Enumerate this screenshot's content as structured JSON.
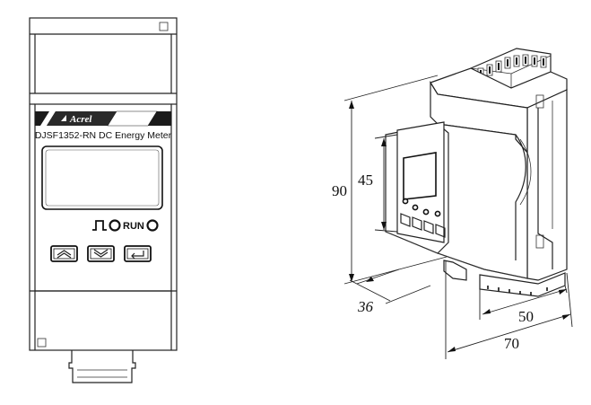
{
  "front_view": {
    "brand": "Acrel",
    "model_label": "DJSF1352-RN DC Energy Meter",
    "pulse_symbol": "ΠΟ",
    "run_label": "RUN",
    "buttons": [
      {
        "icon": "double-chevron-up-icon"
      },
      {
        "icon": "double-chevron-down-icon"
      },
      {
        "icon": "enter-icon"
      }
    ]
  },
  "iso_view": {
    "dimensions": [
      {
        "id": "height_total",
        "value": "90"
      },
      {
        "id": "height_window",
        "value": "45"
      },
      {
        "id": "depth",
        "value": "36"
      },
      {
        "id": "width_base",
        "value": "50"
      },
      {
        "id": "width_total",
        "value": "70"
      }
    ]
  }
}
